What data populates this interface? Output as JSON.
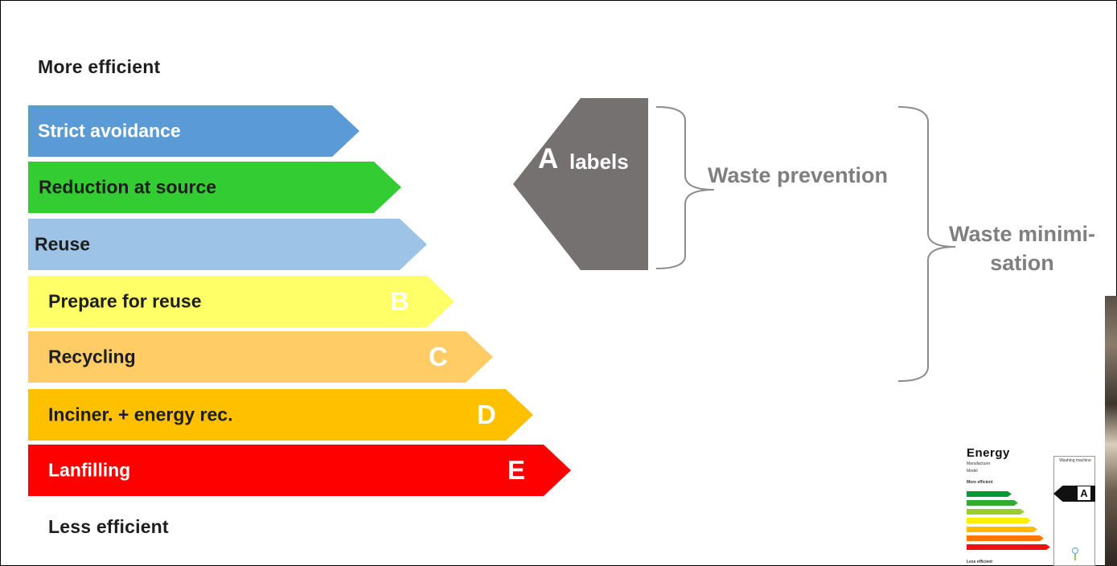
{
  "header": {
    "more_efficient": "More efficient",
    "less_efficient": "Less efficient"
  },
  "hierarchy": [
    {
      "label": "Strict avoidance",
      "grade": "",
      "color": "#5b9bd5",
      "text_color": "#ffffff"
    },
    {
      "label": "Reduction  at source",
      "grade": "",
      "color": "#33cc33",
      "text_color": "#1e1e1e"
    },
    {
      "label": "Reuse",
      "grade": "",
      "color": "#9dc3e6",
      "text_color": "#1e1e1e"
    },
    {
      "label": "Prepare  for reuse",
      "grade": "B",
      "color": "#ffff66",
      "text_color": "#1e1e1e"
    },
    {
      "label": "Recycling",
      "grade": "C",
      "color": "#ffcc66",
      "text_color": "#1e1e1e"
    },
    {
      "label": "Inciner.  + energy rec.",
      "grade": "D",
      "color": "#ffc000",
      "text_color": "#1e1e1e"
    },
    {
      "label": "Lanfilling",
      "grade": "E",
      "color": "#ff0000",
      "text_color": "#ffffff"
    }
  ],
  "a_labels": {
    "letter": "A",
    "word": "labels",
    "color": "#767171"
  },
  "brackets": {
    "waste_prevention": "Waste prevention",
    "waste_minimisation_line1": "Waste minimi-",
    "waste_minimisation_line2": "sation"
  },
  "energy_label": {
    "title": "Energy",
    "manufacturer": "Manufacturer",
    "model": "Model",
    "more_efficient": "More efficient",
    "less_efficient": "Less efficient",
    "appliance": "Washing machine",
    "rating": "A",
    "bar_colors": [
      "#009933",
      "#33aa33",
      "#99cc33",
      "#ffee00",
      "#ffbb00",
      "#ff7700",
      "#ee1111"
    ]
  }
}
